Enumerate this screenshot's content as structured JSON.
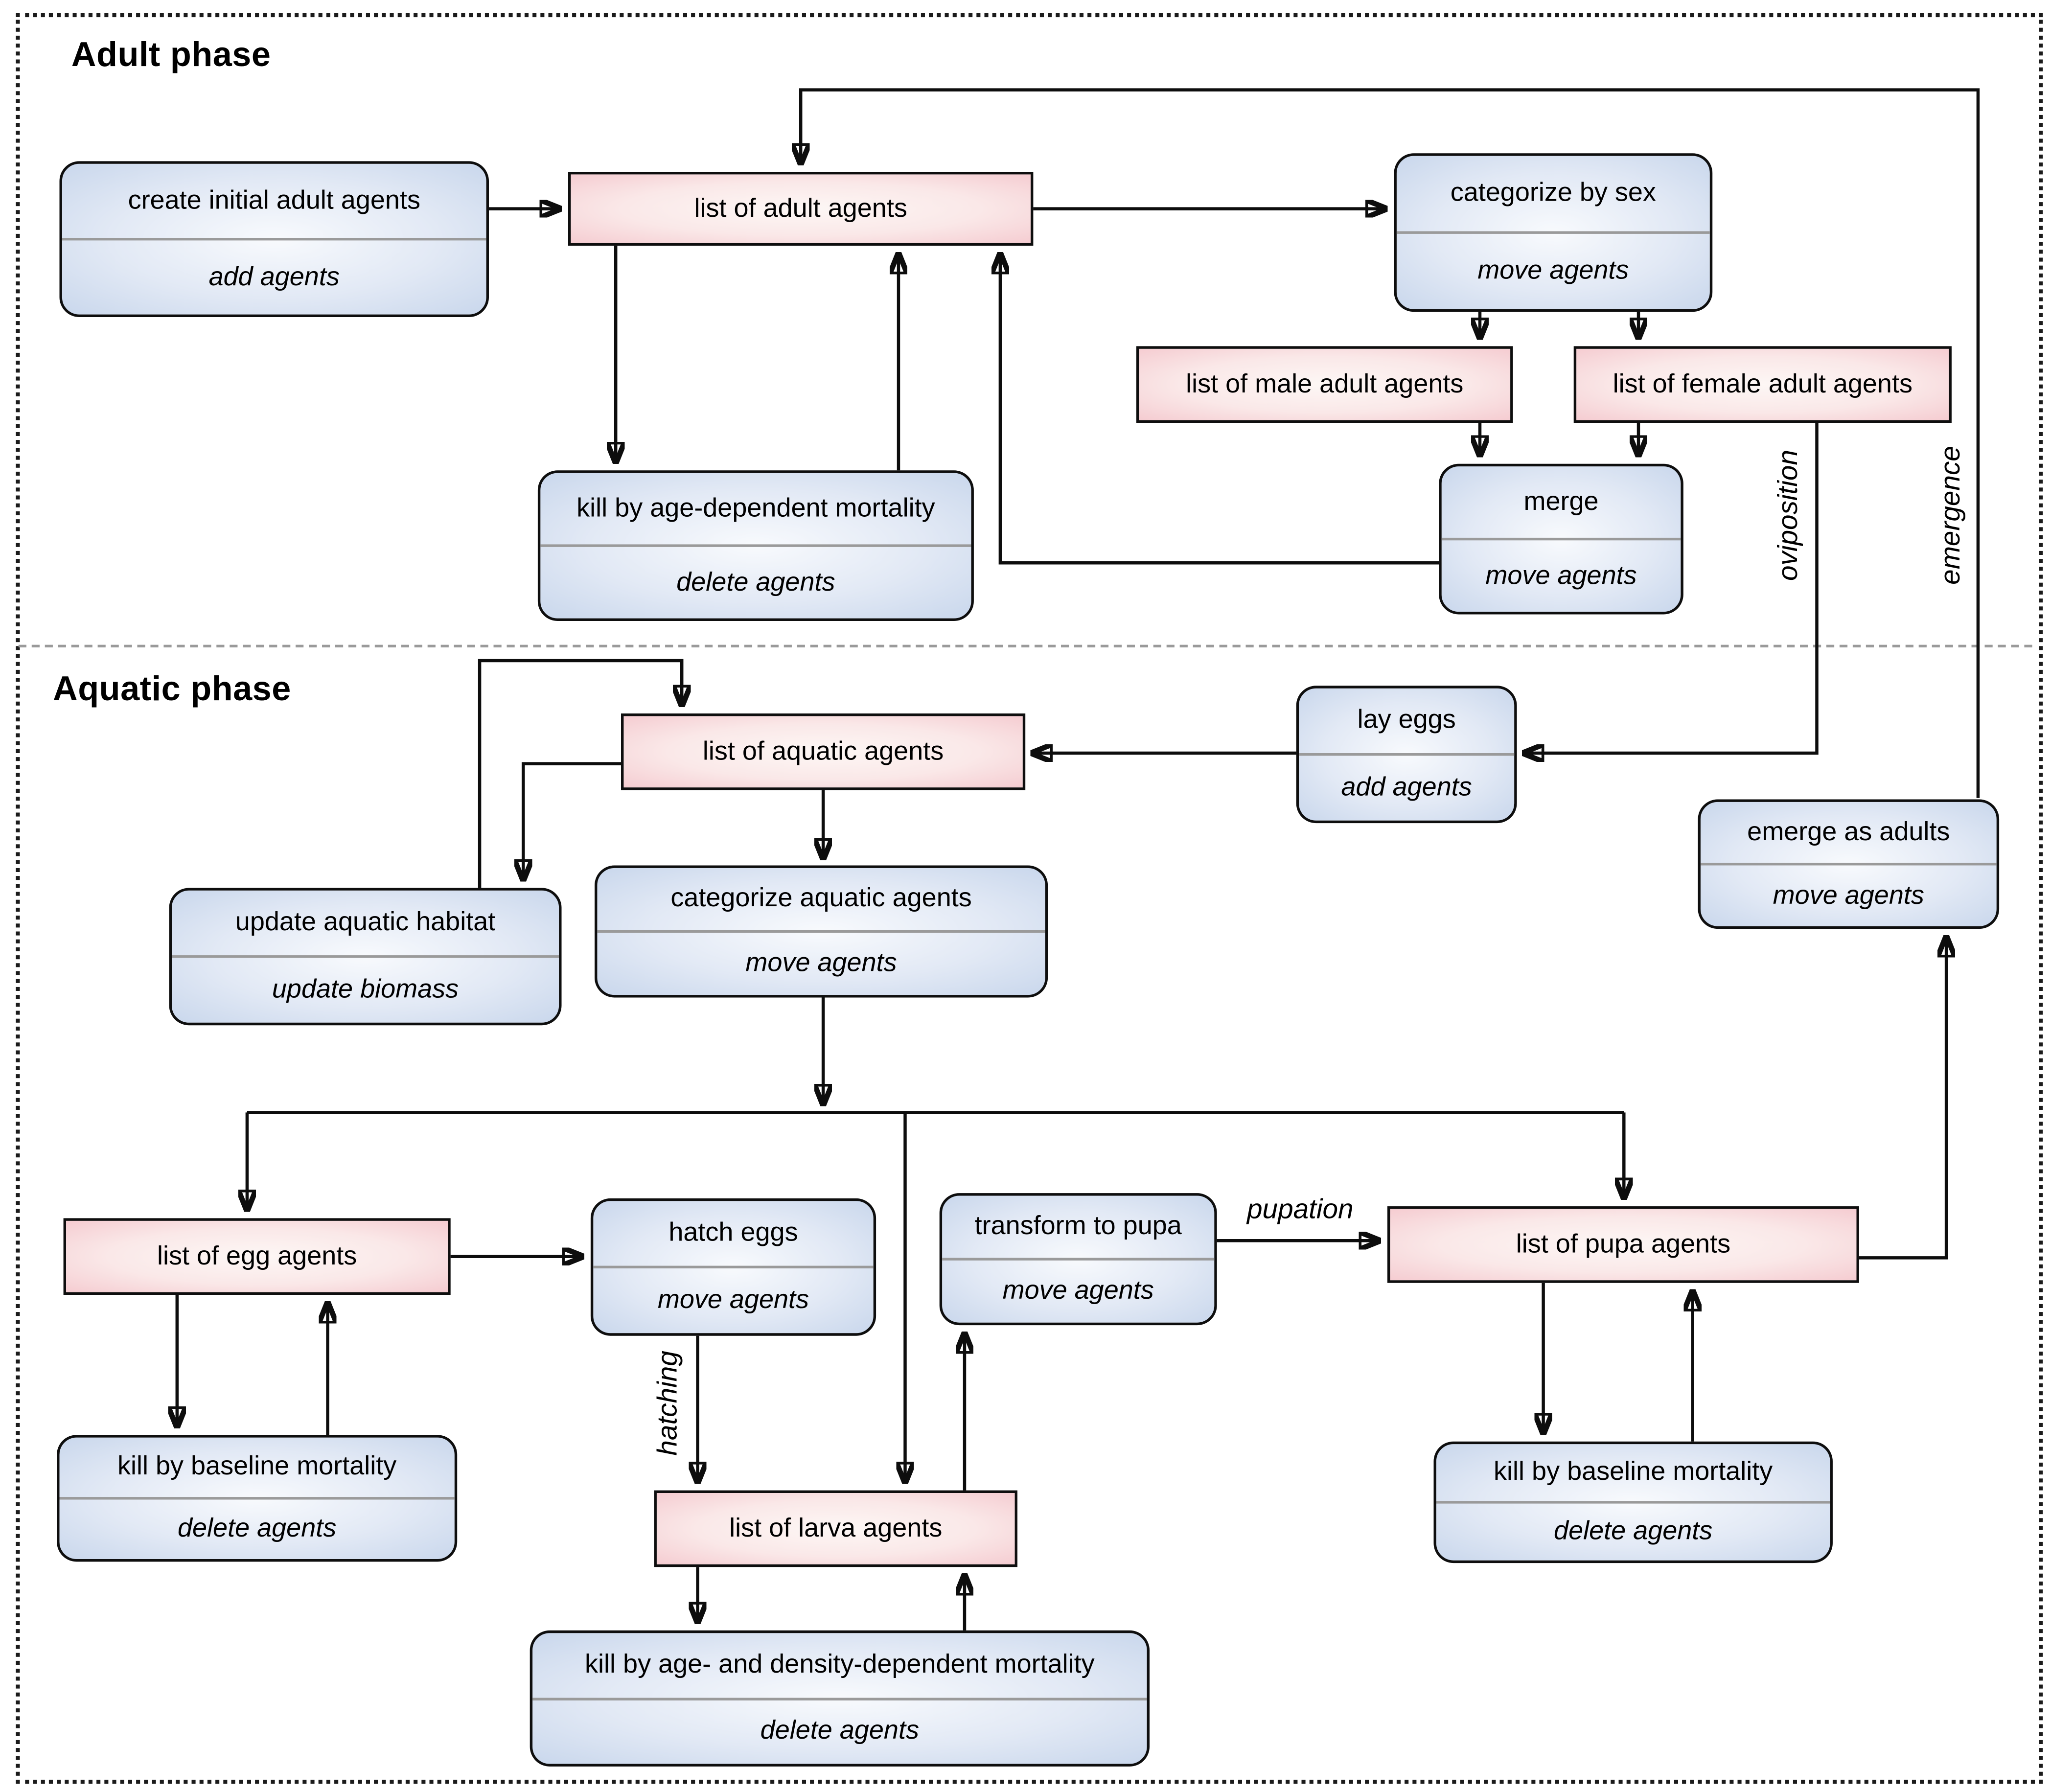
{
  "phases": {
    "adult_label": "Adult phase",
    "aquatic_label": "Aquatic phase"
  },
  "nodes": [
    {
      "id": "create-initial-adult-agents",
      "type": "action",
      "title": "create initial adult agents",
      "subtitle": "add agents"
    },
    {
      "id": "list-of-adult-agents",
      "type": "list",
      "title": "list of adult agents"
    },
    {
      "id": "categorize-by-sex",
      "type": "action",
      "title": "categorize by sex",
      "subtitle": "move agents"
    },
    {
      "id": "list-of-male-adult-agents",
      "type": "list",
      "title": "list of male adult agents"
    },
    {
      "id": "list-of-female-adult-agents",
      "type": "list",
      "title": "list of female adult agents"
    },
    {
      "id": "merge",
      "type": "action",
      "title": "merge",
      "subtitle": "move agents"
    },
    {
      "id": "kill-by-age-dependent-mortality",
      "type": "action",
      "title": "kill by age-dependent mortality",
      "subtitle": "delete agents"
    },
    {
      "id": "lay-eggs",
      "type": "action",
      "title": "lay eggs",
      "subtitle": "add agents"
    },
    {
      "id": "list-of-aquatic-agents",
      "type": "list",
      "title": "list of aquatic agents"
    },
    {
      "id": "update-aquatic-habitat",
      "type": "action",
      "title": "update aquatic habitat",
      "subtitle": "update biomass"
    },
    {
      "id": "categorize-aquatic-agents",
      "type": "action",
      "title": "categorize aquatic agents",
      "subtitle": "move agents"
    },
    {
      "id": "emerge-as-adults",
      "type": "action",
      "title": "emerge as adults",
      "subtitle": "move agents"
    },
    {
      "id": "list-of-egg-agents",
      "type": "list",
      "title": "list of egg agents"
    },
    {
      "id": "hatch-eggs",
      "type": "action",
      "title": "hatch eggs",
      "subtitle": "move agents"
    },
    {
      "id": "transform-to-pupa",
      "type": "action",
      "title": "transform to pupa",
      "subtitle": "move agents"
    },
    {
      "id": "list-of-pupa-agents",
      "type": "list",
      "title": "list of pupa agents"
    },
    {
      "id": "kill-by-baseline-mortality-egg",
      "type": "action",
      "title": "kill by baseline mortality",
      "subtitle": "delete agents"
    },
    {
      "id": "list-of-larva-agents",
      "type": "list",
      "title": "list of larva agents"
    },
    {
      "id": "kill-by-age-and-density-dependent-mortality",
      "type": "action",
      "title": "kill by age- and density-dependent mortality",
      "subtitle": "delete agents"
    },
    {
      "id": "kill-by-baseline-mortality-pupa",
      "type": "action",
      "title": "kill by baseline mortality",
      "subtitle": "delete agents"
    }
  ],
  "edge_labels": {
    "oviposition": "oviposition",
    "emergence": "emergence",
    "hatching": "hatching",
    "pupation": "pupation"
  },
  "colors": {
    "list_fill": "#f5ccd1",
    "action_fill": "#c9d7ec",
    "box_border": "#0e0e0e",
    "inner_divider": "#9a9a9a",
    "phase_divider": "#9a9a9a",
    "outer_border": "#1b1b1b"
  }
}
